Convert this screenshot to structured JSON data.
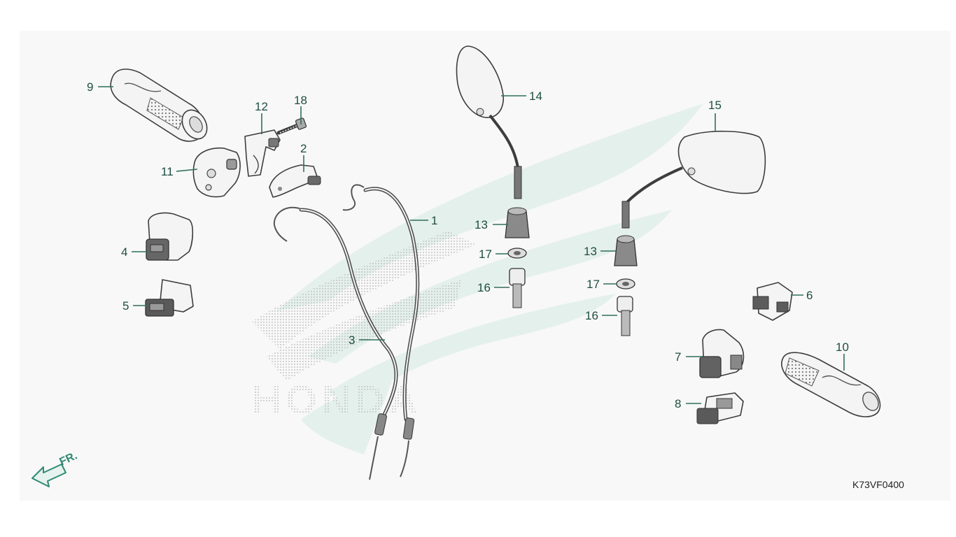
{
  "diagram": {
    "drawing_code": "K73VF0400",
    "direction_label": "FR.",
    "watermark_text": "HONDA",
    "callouts": [
      "9",
      "12",
      "18",
      "2",
      "11",
      "1",
      "14",
      "15",
      "13",
      "17",
      "16",
      "13",
      "17",
      "16",
      "4",
      "5",
      "3",
      "6",
      "7",
      "10",
      "8"
    ],
    "colors": {
      "callout": "#1f4e42",
      "leader": "#2f6f5c",
      "watermark": "#e4f0ec",
      "arrow": "#2f8a72"
    }
  }
}
